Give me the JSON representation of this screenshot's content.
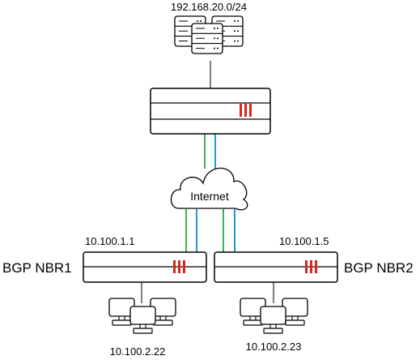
{
  "top_network": {
    "subnet": "192.168.20.0/24"
  },
  "cloud": {
    "label": "Internet"
  },
  "left_site": {
    "name": "BGP NBR1",
    "ip": "10.100.1.1",
    "lan_ip": "10.100.2.22"
  },
  "right_site": {
    "name": "BGP NBR2",
    "ip": "10.100.1.5",
    "lan_ip": "10.100.2.23"
  },
  "colors": {
    "link_green": "#3cb44b",
    "link_blue": "#1e9bd7",
    "fortinet_red": "#d9261c",
    "outline": "#000000"
  },
  "icons": {
    "servers": "server-stack-icon",
    "firewall": "firewall-appliance-icon",
    "cloud": "cloud-icon",
    "pcs": "pc-group-icon"
  }
}
